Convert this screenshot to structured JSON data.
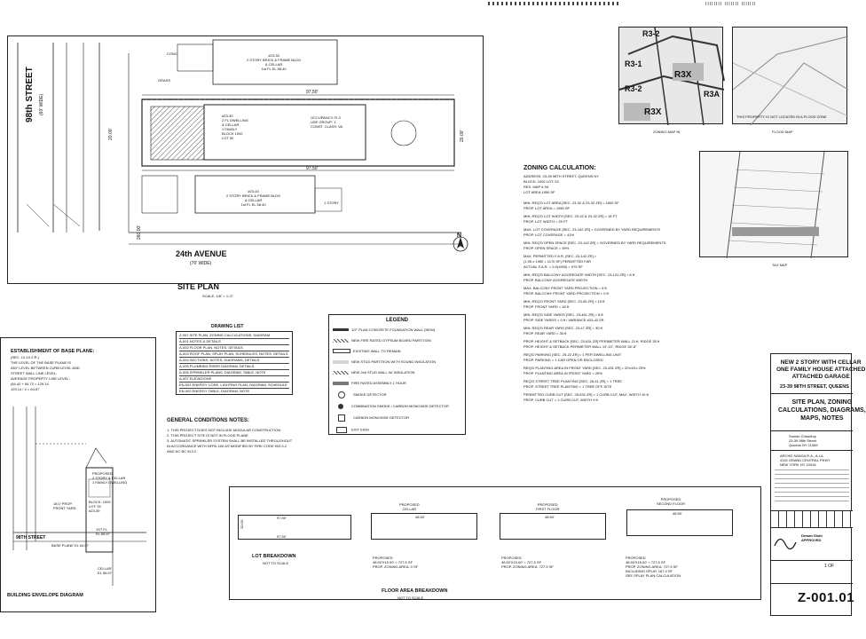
{
  "header": {
    "code_text": "IIIIIIII IIIIIII IIIIIII"
  },
  "site_plan": {
    "title": "SITE PLAN",
    "scale": "SCALE: 1/8\" = 1'-0\"",
    "street_98": "98th STREET",
    "street_98_width": "(60' WIDE)",
    "avenue_24": "24th AVENUE",
    "avenue_24_width": "(70' WIDE)",
    "north": "N",
    "dim_top": "97.50'",
    "dim_bottom": "97.50'",
    "dim_side_left": "20.00'",
    "dim_side_right": "20.00'",
    "dim_corner": "260.00'",
    "bldg_top": "#23-33\n2 STORY BRICK & FRAME BLDG\n& CELLAR\n1st FL EL 58.40",
    "bldg_subject": "#23-39\n2 FL DWELLING\n& CELLAR\n1 FAMILY\nBLOCK 1092\nLOT 52",
    "bldg_bottom": "#23-43\n2 STORY BRICK & FRAME BLDG\n& CELLAR\n1st FL EL 58.40",
    "occupancy": "OCCUPANCY: R-3\nUSE GROUP: 1\nCONST. CLASS: VA",
    "one_story": "1 STORY",
    "grass": "GRASS",
    "conc": "CONC"
  },
  "zoning_map": {
    "caption": "ZONING MAP IN",
    "labels": [
      "R3-2",
      "R3-1",
      "R3-2",
      "R3X",
      "R3X",
      "R3A"
    ]
  },
  "flood_map": {
    "caption": "FLOOD MAP",
    "note": "THIS PROPERTY IS NOT LOCATED IN A FLOOD ZONE"
  },
  "tax_map": {
    "caption": "TAX MAP"
  },
  "zoning_calc": {
    "title": "ZONING CALCULATION:",
    "header_lines": [
      "ADDRESS: 23-39 98TH STREET, QUEENS NY",
      "BLOCK: 1092 LOT: 52",
      "RES. MAP # 9d",
      "LOT AREA 1950 SF"
    ],
    "lines": [
      "MIN. REQ'D LOT AREA [SEC. 23-32 & 23-32 ZR] = 1800 SF",
      "PROP. LOT AREA = 1950 SF",
      "MIN. REQ'D LOT WIDTH [SEC. 23-32 & 23-32 ZR] = 18 FT",
      "PROP. LOT WIDTH = 20 FT",
      "MAX. LOT COVERAGE [SEC. 23-142 ZR] = GOVERNED BY YARD REQUIREMENTS",
      "PROP. LOT COVERAGE = 41%",
      "MIN. REQ'D OPEN SPACE [SEC. 23-142 ZR] = GOVERNED BY YARD REQUIREMENTS",
      "PROP. OPEN SPACE = 59%",
      "MAX. PERMITTED F.A.R. [SEC. 23-142 ZR] =",
      "(1.95 x 1950 = 1170 SF) PERMITTED FAR",
      "ACTUAL F.A.R. = 0.5(1950) = 975 SF",
      "MIN. REQ'D BALCONY AGGREGATE WIDTH [SEC. 23-131 ZR] = 8 ft",
      "PROP. BALCONY AGGREGATE WIDTH",
      "MAX. BALCONY FRONT YARD PROJECTION = 3 ft",
      "PROP. BALCONY FRONT YARD PROJECTION = 0 ft",
      "MIN. REQ'D FRONT YARD [SEC. 23-45 ZR] = 15 ft",
      "PROP. FRONT YARD = 18 ft",
      "MIN. REQ'D SIDE YARDS [SEC. 23-461 ZR] = 8 ft",
      "PROP. SIDE YARDS = 0 ft / VARIANCE #23-42 ZR",
      "MIN. REQ'D REAR YARD [SEC. 23-47 ZR] = 30 ft",
      "PROP. REAR YARD = 30 ft",
      "PROP. HEIGHT & SETBACK [SEC. 23-631 ZR] PERIMETER WALL 21 ft, RIDGE 35 ft",
      "PROP. HEIGHT & SETBACK PERIMETER WALL 19'-10\", RIDGE 26'-8\"",
      "REQ'D PARKING [SEC. 25-22 ZR] = 1 PER DWELLING UNIT",
      "PROP. PARKING = 1 CAR OPEN OR ENCLOSED",
      "REQ'D PLANTING AREA IN FRONT YARD [SEC. 23-451 ZR] = 20'x15'x 25%",
      "PROP. PLANTING AREA IN FRONT YARD = 25%",
      "REQ'D STREET TREE PLANTING [SEC. 26-41 ZR] = 1 TREE",
      "PROP. STREET TREE PLANTING = 1 TREE OFF-SITE",
      "PERMITTED CURB CUT [SEC. 25-631 ZR] = 1 CURB CUT, MAX. WIDTH 10 ft",
      "PROP. CURB CUT = 1 CURB CUT, WIDTH 9 ft"
    ]
  },
  "drawing_list": {
    "title": "DRAWING LIST",
    "items": [
      "Z-001  SITE PLAN, ZONING CALCULATIONS, DIAGRAM",
      "A-001  NOTES & DETAILS",
      "A-002  FLOOR PLAN, NOTES, DETAILS",
      "A-003  ROOF PLAN, SPLAY PLAN, SCHEDULES, NOTES, DETAILS",
      "A-004  SECTIONS, NOTES, DIAGRAMS, DETAILS",
      "A-005  PLUMBING RISER DIAGRAM, DETAILS",
      "A-006  SPRINKLER PLANS, DIAGRAM, TABLE, NOTE",
      "A-007  ELEVATIONS",
      "EN-001 ENERGY CODE, LIGHTING PLAN, DIAGRAM, SCHEDULE",
      "EN-002 ENERGY TABLE, DIAGRAM, NOTE"
    ]
  },
  "general_notes": {
    "title": "GENERAL CONDITIONS NOTES:",
    "items": [
      "1. THIS PROJECT DOES NOT INCLUDE MODULAR CONSTRUCTION",
      "2. THIS PROJECT SITE IS NOT IN FLOOD PLANE",
      "3. AUTOMATIC SPRINKLER SYSTEM SHALL BE INSTALLED THROUGHOUT",
      "   IN ACCORDANCE WITH NFPA 13D AS MODIFIED BY FIRE CODE 903.3.2",
      "   AND NC BC 913.2"
    ]
  },
  "legend": {
    "title": "LEGEND",
    "items": [
      "1/2\" PLAN CONCRETE FOUNDATION WALL (NEW)",
      "NEW FIRE RATED GYPSUM BOARD PARTITION",
      "EXISTING WALL TO REMAIN",
      "NEW STUD PARTITION WITH SOUND INSULATION",
      "NEW 2x6 STUD WALL W/ INSULATION",
      "FIRE RATED ASSEMBLY 1 HOUR",
      "SMOKE DETECTOR",
      "COMBINATION SMOKE / CARBON MONOXIDE DETECTOR",
      "CARBON MONOXIDE DETECTOR",
      "EXIT SIGN"
    ]
  },
  "base_plane": {
    "title": "ESTABLISHMENT OF BASE PLANE:",
    "lines": [
      "(SEC. 12-10 Z.R.)",
      "THE LEVEL OF THE BASE PLANE IS",
      "ANY LEVEL BETWEEN CURB LEVEL AND",
      "STREET WALL LINE LEVEL:",
      "AVERAGE PROPERTY LINE LEVEL:",
      "(64.42 + 64.72 = 129.14",
      "129.14 / 2 = 64.57"
    ]
  },
  "envelope": {
    "title": "BUILDING ENVELOPE DIAGRAM",
    "proposed": "PROPOSED\n2 STORY & CELLAR\n1 FAMILY DWELLING",
    "block": "BLOCK: 1092\nLOT: 52\n#23-39",
    "front_yard": "18.0' PROP.\nFRONT YARD",
    "street": "98TH STREET",
    "base_plane_el": "BASE PLANE EL 64.57",
    "first_el": "1ST FL\nEL 65.57",
    "cellar": "CELLAR\nEL 56.57"
  },
  "lot_breakdown": {
    "title": "LOT BREAKDOWN",
    "scale": "NOT TO SCALE",
    "dim_top": "97.50'",
    "dim_bottom": "97.50'",
    "dim_side": "20.00'"
  },
  "floor_area": {
    "title": "FLOOR AREA BREAKDOWN",
    "scale": "NOT TO SCALE",
    "columns": [
      {
        "title": "PROPOSED\nCELLAR",
        "dim": "48.50'",
        "calc": "PROPOSED\n48.50'X15.00' = 727.5 SF\nPROP. ZONING AREA: 0 SF"
      },
      {
        "title": "PROPOSED\nFIRST FLOOR",
        "dim": "48.50'",
        "calc": "PROPOSED\n48.50'X15.00' = 727.5 SF\nPROP. ZONING AREA: 727.5 SF"
      },
      {
        "title": "PROPOSED\nSECOND FLOOR",
        "dim": "48.50'",
        "calc": "PROPOSED\n48.50'X15.00' = 727.5 SF\nPROP. ZONING AREA: 727.5 SF\nINCLUDING SPLAY 167.4 SF\nSEE SPLAY PLAN CALCULATION"
      }
    ]
  },
  "title_block": {
    "project": "NEW 2 STORY WITH CELLAR\nONE FAMILY HOUSE ATTACHED\nATTACHED GARAGE",
    "address": "23-39 98TH STREET, QUEENS",
    "sheet_title": "SITE PLAN, ZONING\nCALCULATIONS, DIAGRAMS,\nMAPS, NOTES",
    "owner": "Sonnie Chaudhry\n23-39 98th Street\nQueens NY 11369",
    "architect": "ARCHD SANGA R.A., A.I.A.\n4115 GRAND CENTRAL PKWY\nNEW YORK NY 10016",
    "approved": "Dewan Shah\nAPPROVED",
    "sheet_number": "Z-001.01",
    "page": "1 OF"
  }
}
